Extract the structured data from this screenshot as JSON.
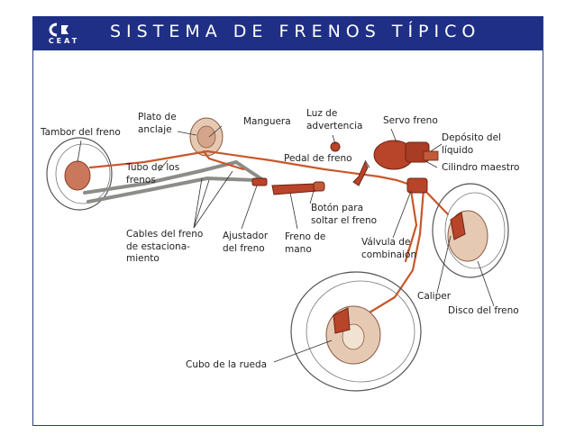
{
  "header": {
    "title": "SISTEMA DE FRENOS TÍPICO",
    "logo_text": "CEAT",
    "bg_color": "#1f2f86",
    "text_color": "#ffffff",
    "logo_icon": "ceat-logo-icon"
  },
  "labels": {
    "tambor": "Tambor del freno",
    "plato": "Plato de\nanclaje",
    "manguera": "Manguera",
    "luz": "Luz de\nadvertencia",
    "servo": "Servo freno",
    "deposito": "Depósito del\nlíquido",
    "cilindro": "Cilindro maestro",
    "pedal": "Pedal de freno",
    "tubo": "Tubo de los\nfrenos",
    "boton": "Botón para\nsoltar el freno",
    "cables": "Cables del freno\nde estaciona-\nmiento",
    "ajustador": "Ajustador\ndel freno",
    "freno_mano": "Freno de\nmano",
    "valvula": "Válvula de\ncombinaión",
    "caliper": "Caliper",
    "disco": "Disco del freno",
    "cubo": "Cubo de la rueda"
  },
  "colors": {
    "brake_line": "#c8582a",
    "component": "#b8442a",
    "cable": "#8c8c88",
    "tire_outline": "#555555"
  }
}
